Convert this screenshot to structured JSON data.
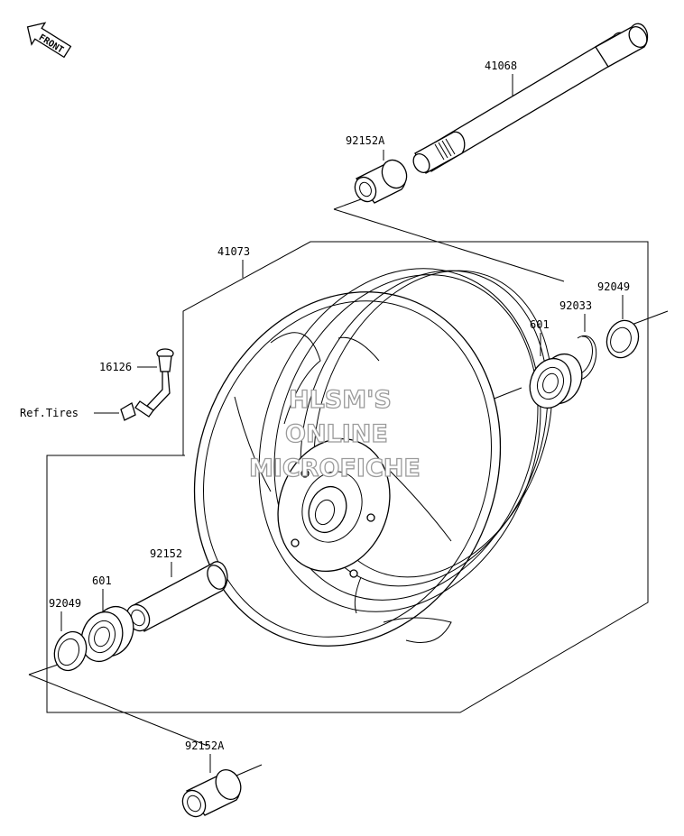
{
  "front_badge": "FRONT",
  "watermark": {
    "line1": "HLSM'S",
    "line2": "ONLINE",
    "line3": "MICROFICHE"
  },
  "labels": {
    "axle": "41068",
    "collar_top": "92152A",
    "wheel": "41073",
    "seal_right": "92049",
    "circlip": "92033",
    "bearing_right": "601",
    "valve": "16126",
    "ref_tires": "Ref.Tires",
    "collar_inner": "92152",
    "bearing_left": "601",
    "seal_left": "92049",
    "collar_bottom": "92152A"
  }
}
